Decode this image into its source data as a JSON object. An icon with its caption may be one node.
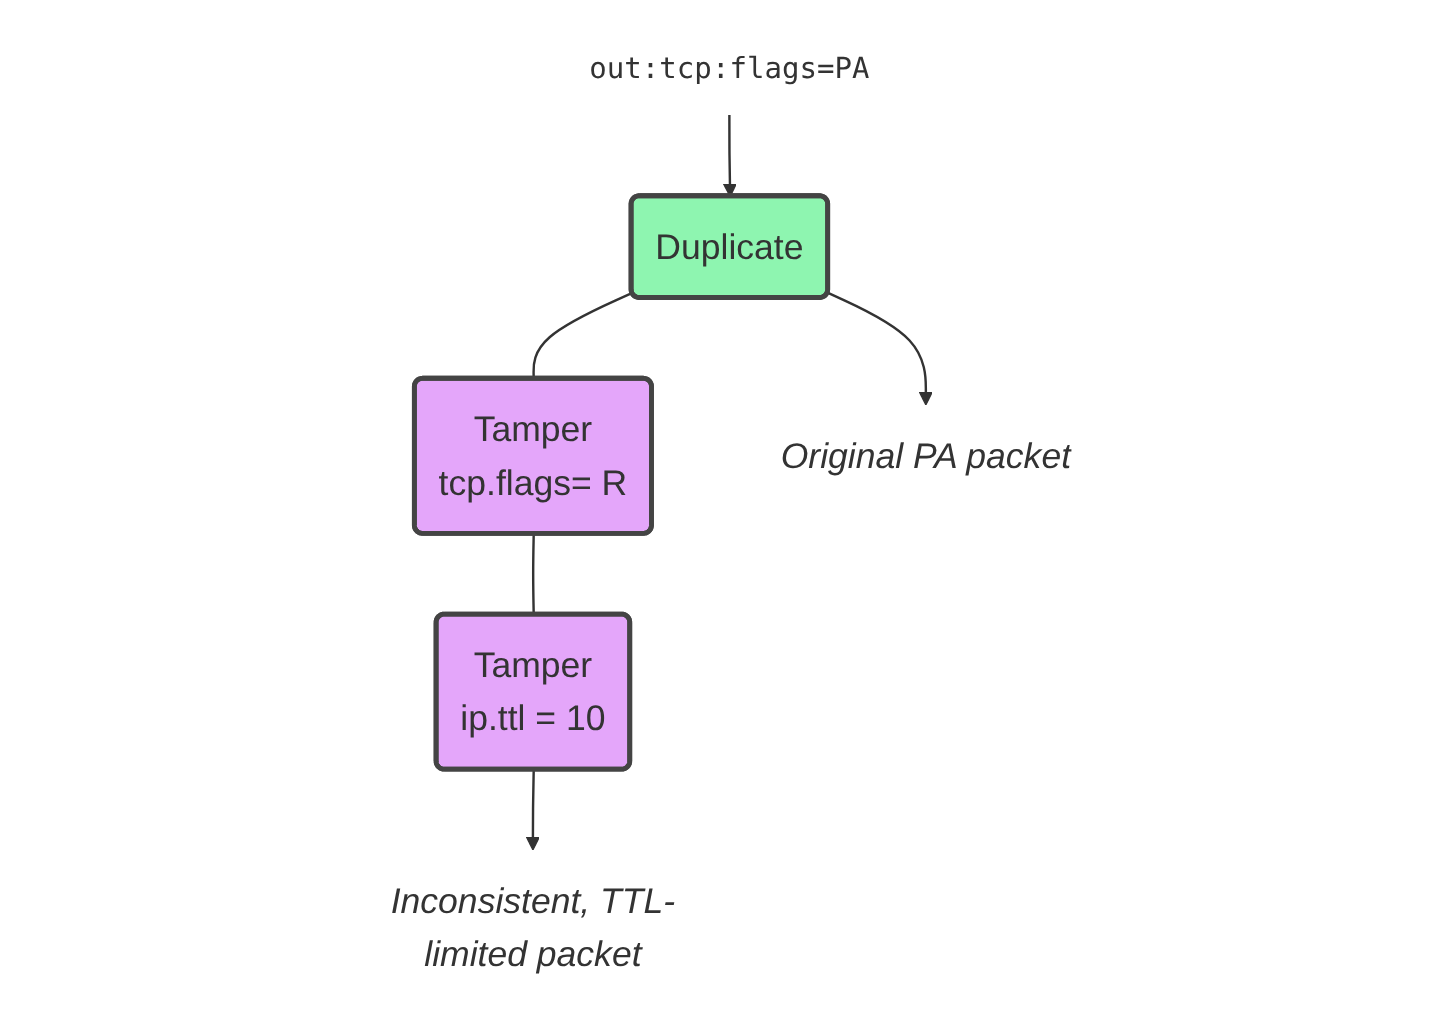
{
  "diagram": {
    "nodes": [
      {
        "text": [
          "out:tcp:flags=PA"
        ]
      },
      {
        "text": [
          "Duplicate"
        ]
      },
      {
        "text": [
          "Tamper",
          "tcp.flags= R"
        ]
      },
      {
        "text": [
          "Tamper",
          "ip.ttl = 10"
        ]
      },
      {
        "text": [
          "Original PA packet"
        ]
      },
      {
        "text": [
          "Inconsistent, TTL-limited packet"
        ]
      }
    ],
    "edges": [
      {
        "from": 0,
        "to": 1,
        "arrow": "to"
      },
      {
        "from": 1,
        "to": 2,
        "arrow": "none"
      },
      {
        "from": 1,
        "to": 4,
        "arrow": "to"
      },
      {
        "from": 2,
        "to": 3,
        "arrow": "none"
      },
      {
        "from": 3,
        "to": 5,
        "arrow": "to"
      }
    ]
  }
}
